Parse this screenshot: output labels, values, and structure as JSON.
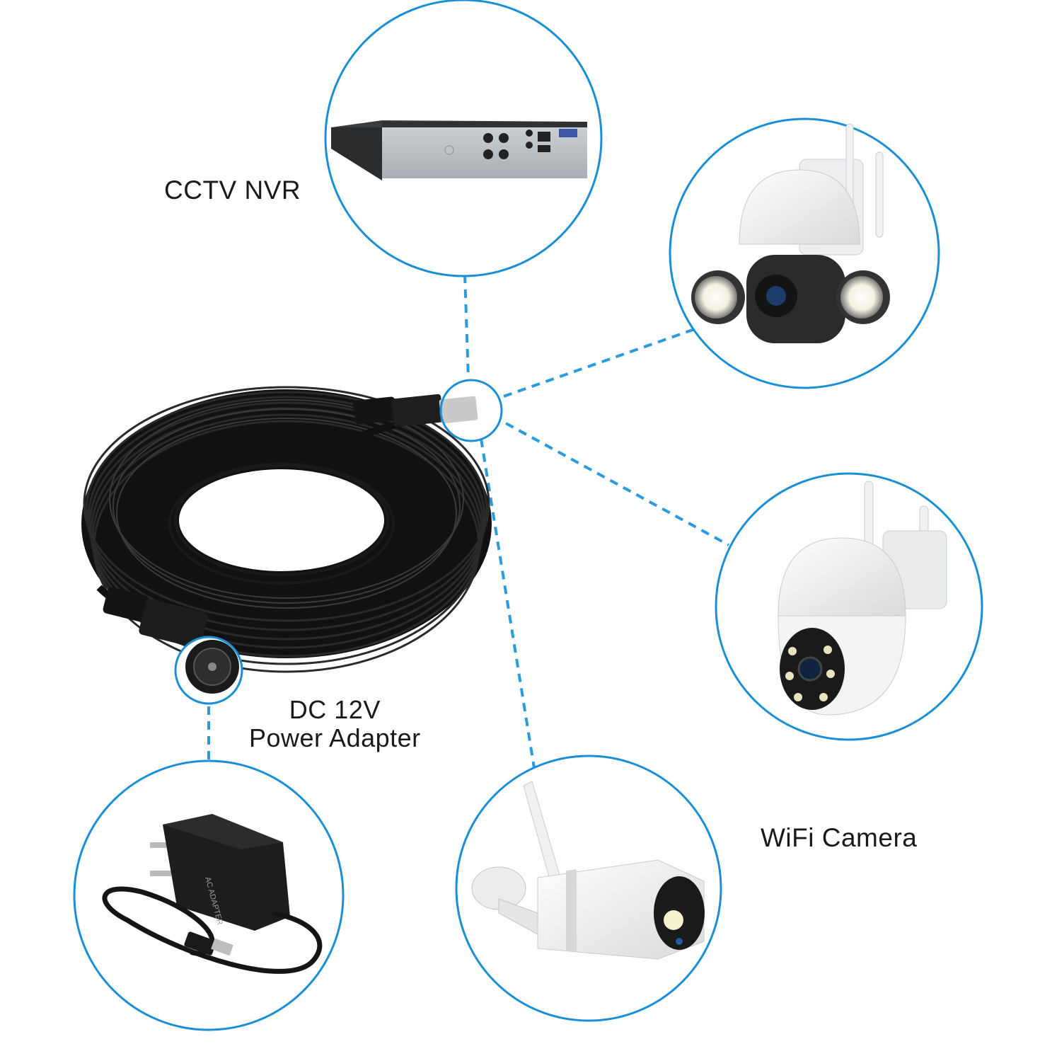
{
  "labels": {
    "nvr": "CCTV NVR",
    "dc_line1": "DC 12V",
    "dc_line2": "Power Adapter",
    "wifi": "WiFi Camera"
  },
  "adapter_text": "AC ADAPTER",
  "colors": {
    "callout_circle": "#1a8fd6",
    "dashed_line": "#2b9be0",
    "cable": "#141414",
    "text": "#1a1a1a"
  },
  "icons": [
    "nvr-recorder-icon",
    "ptz-floodlight-camera-icon",
    "dome-wifi-camera-icon",
    "bullet-wifi-camera-icon",
    "power-adapter-icon",
    "coiled-cable-icon"
  ]
}
